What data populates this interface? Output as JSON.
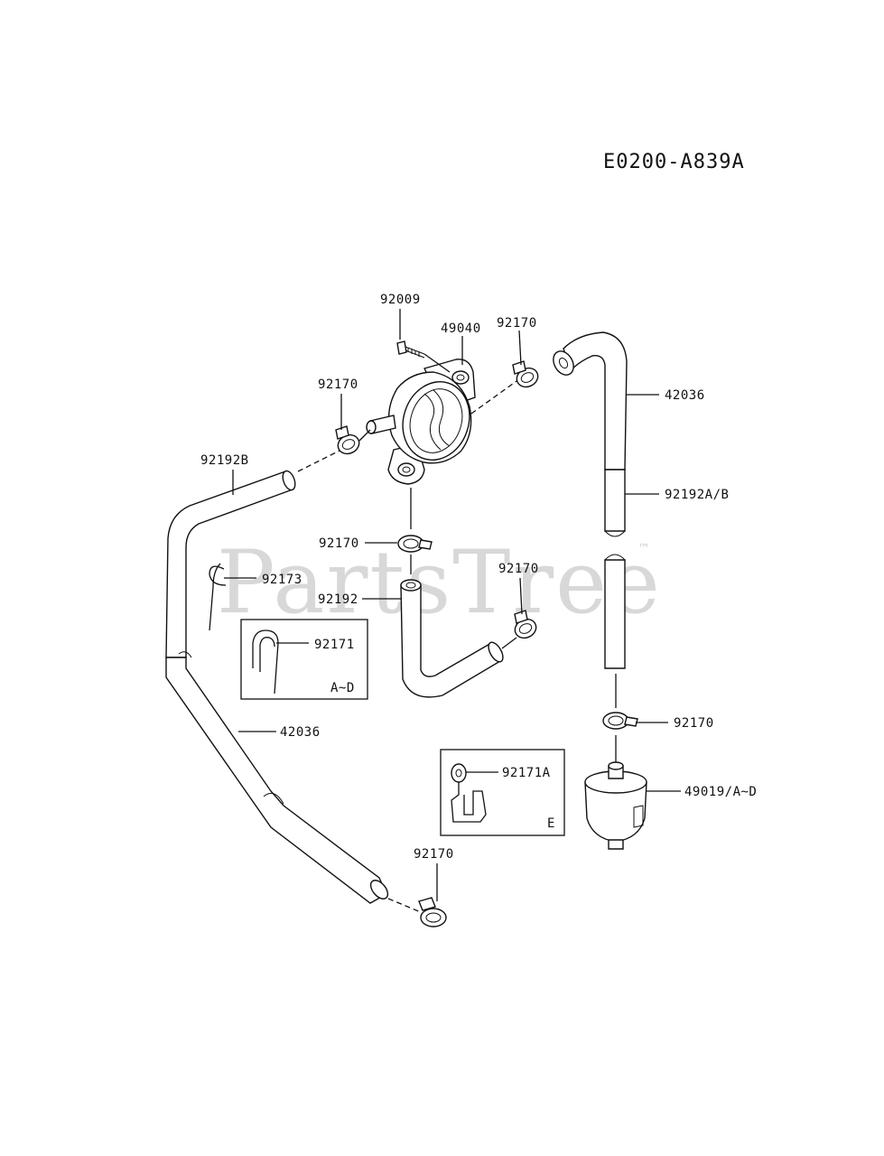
{
  "diagram": {
    "code": "E0200-A839A",
    "watermark": "PartsTree",
    "watermark_tm": "™",
    "labels": {
      "p92009": "92009",
      "p49040": "49040",
      "p92170_top": "92170",
      "p42036_right": "42036",
      "p92170_left": "92170",
      "p92192B": "92192B",
      "p92192AB": "92192A/B",
      "p92170_mid": "92170",
      "p92170_center": "92170",
      "p92173": "92173",
      "p92192": "92192",
      "p92171": "92171",
      "box1_suffix": "A~D",
      "p42036_left": "42036",
      "p92170_right": "92170",
      "p92171A": "92171A",
      "p49019": "49019/A~D",
      "box2_suffix": "E",
      "p92170_bottom": "92170"
    }
  }
}
